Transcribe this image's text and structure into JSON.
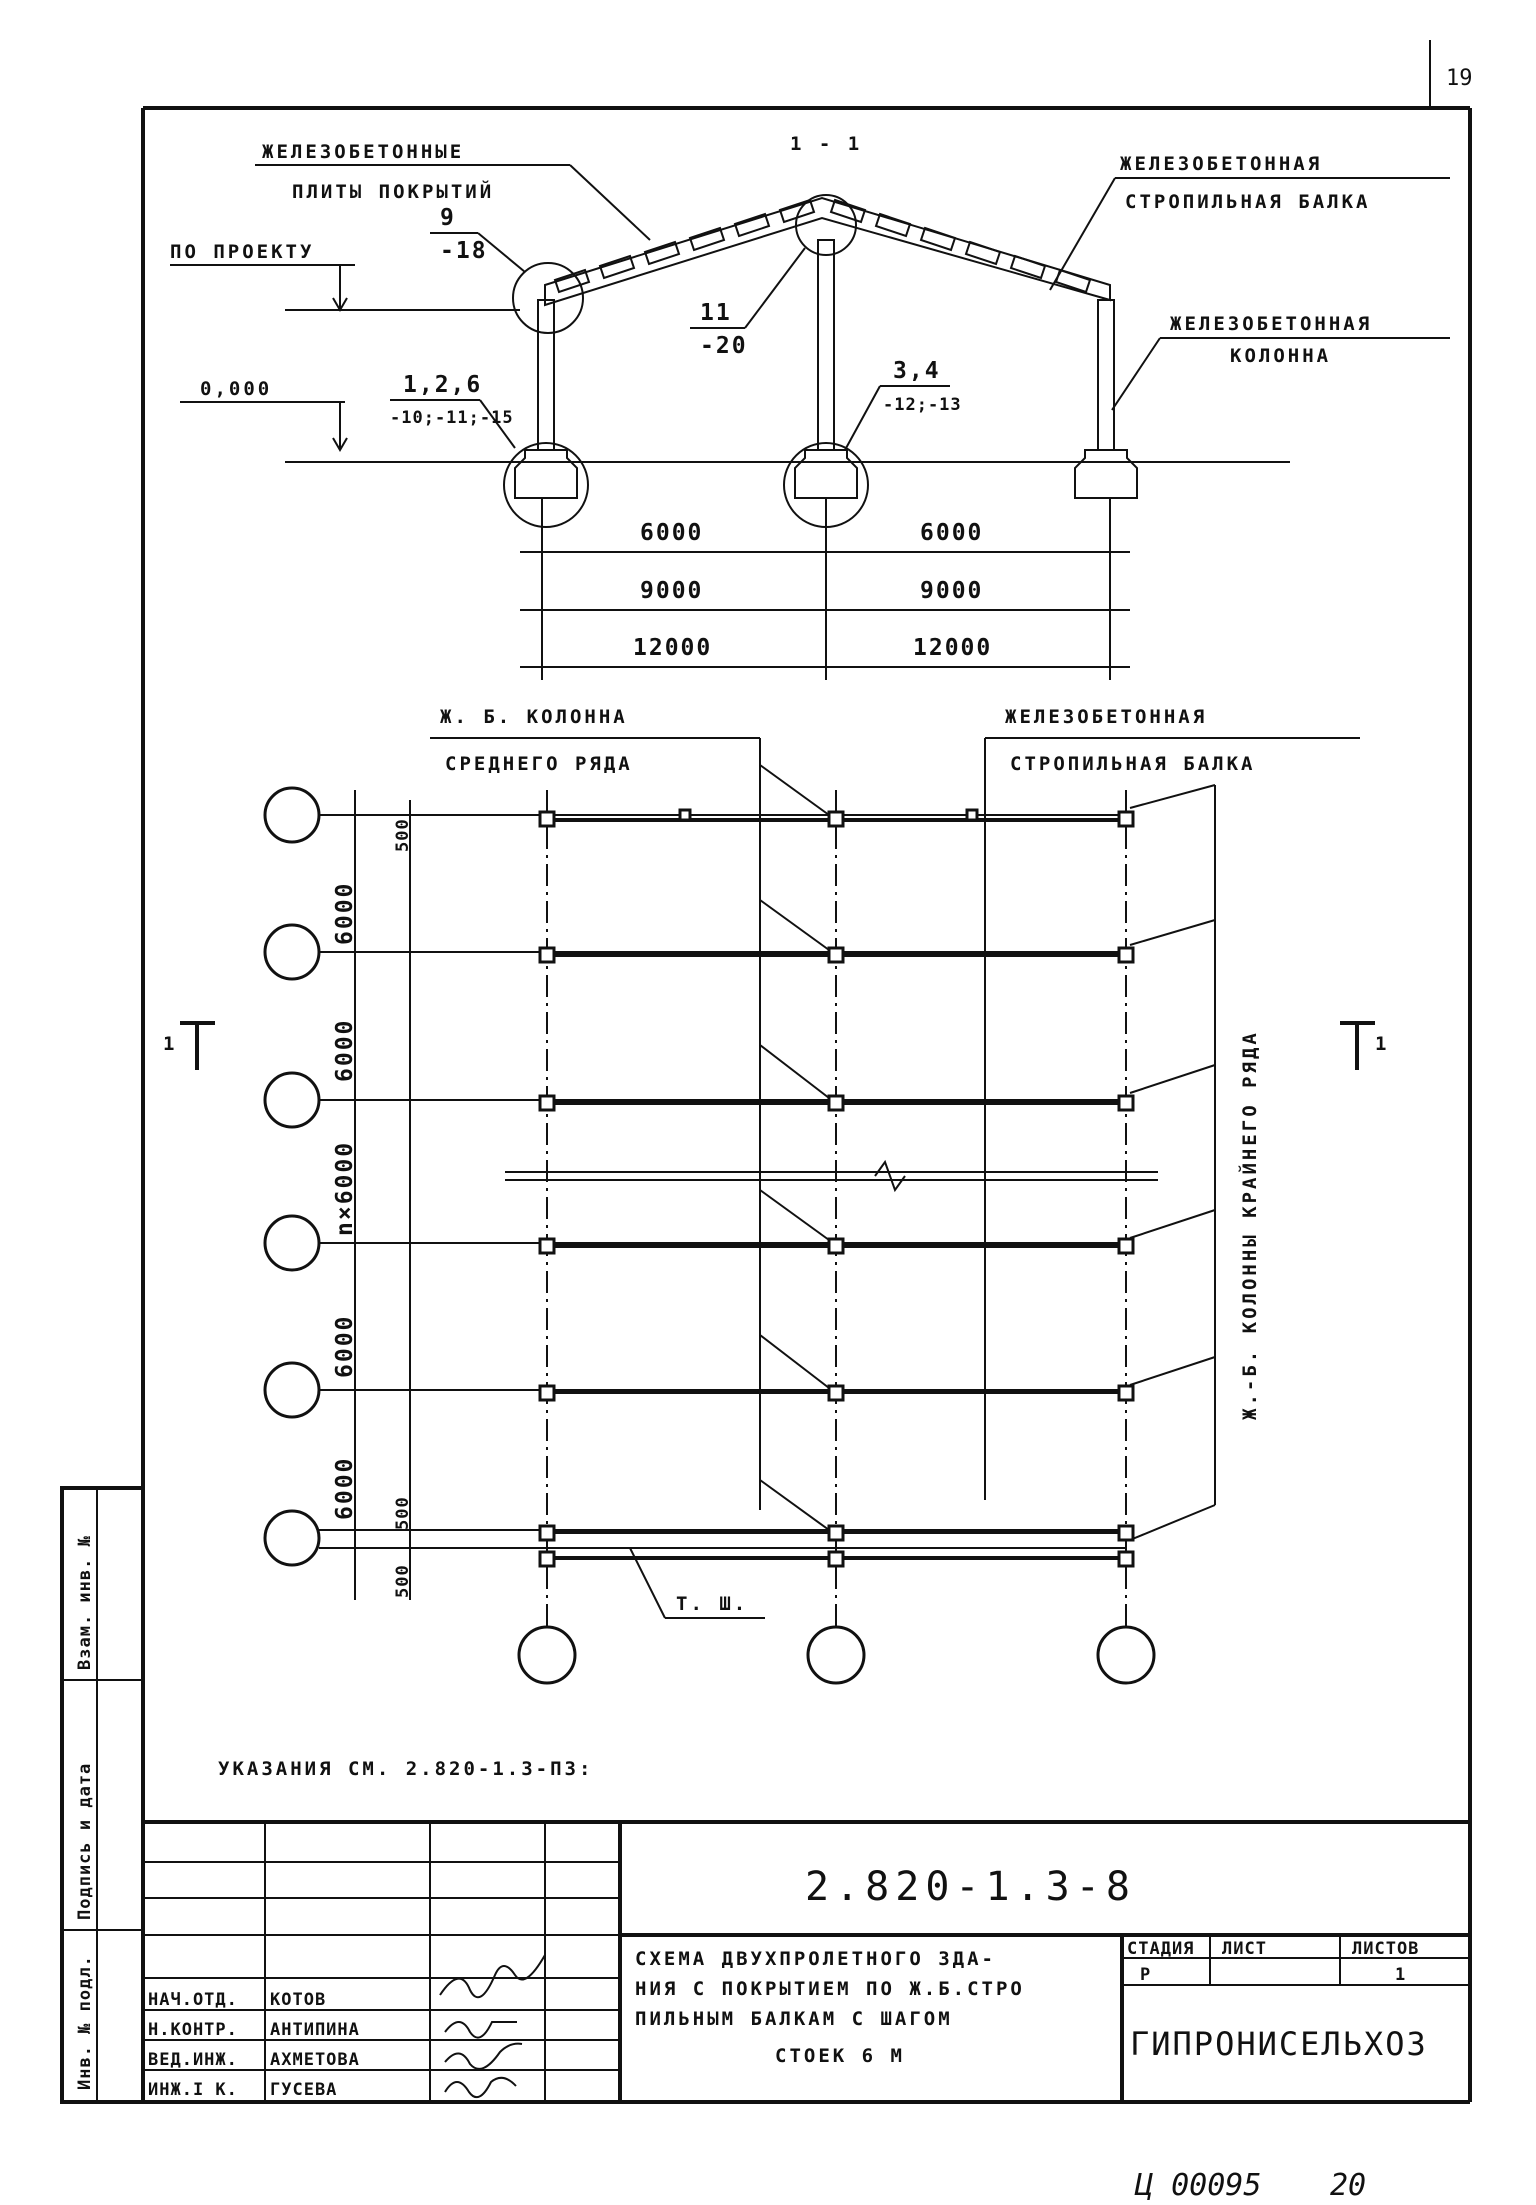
{
  "page_number_top": "19",
  "section": {
    "title": "1 - 1",
    "labels": {
      "slabs_line1": "ЖЕЛЕЗОБЕТОННЫЕ",
      "slabs_line2": "ПЛИТЫ ПОКРЫТИЙ",
      "rafter_line1": "ЖЕЛЕЗОБЕТОННАЯ",
      "rafter_line2": "СТРОПИЛЬНАЯ БАЛКА",
      "column_line1": "ЖЕЛЕЗОБЕТОННАЯ",
      "column_line2": "КОЛОННА",
      "by_project": "ПО ПРОЕКТУ",
      "zero_level": "0,000"
    },
    "callouts": [
      {
        "top": "9",
        "bottom": "-18"
      },
      {
        "top": "11",
        "bottom": "-20"
      },
      {
        "top": "1,2,6",
        "bottom": "-10;-11;-15"
      },
      {
        "top": "3,4",
        "bottom": "-12;-13"
      }
    ],
    "spans": [
      {
        "left": "6000",
        "right": "6000"
      },
      {
        "left": "9000",
        "right": "9000"
      },
      {
        "left": "12000",
        "right": "12000"
      }
    ]
  },
  "plan": {
    "labels": {
      "mid_col_line1": "Ж. Б. КОЛОННА",
      "mid_col_line2": "СРЕДНЕГО РЯДА",
      "rafter_line1": "ЖЕЛЕЗОБЕТОННАЯ",
      "rafter_line2": "СТРОПИЛЬНАЯ БАЛКА",
      "edge_col": "Ж.-Б. КОЛОННЫ КРАЙНЕГО РЯДА",
      "section_left": "1",
      "section_right": "1",
      "joint": "Т. Ш."
    },
    "pitch_dims": [
      "500",
      "6000",
      "6000",
      "n×6000",
      "6000",
      "6000",
      "500",
      "500"
    ]
  },
  "notes": "УКАЗАНИЯ СМ. 2.820-1.3-ПЗ:",
  "side_stamp": {
    "inv_podl": "Инв. № подл.",
    "podpis": "Подпись и дата",
    "vzam": "Взам. инв. №"
  },
  "title_block": {
    "doc_code": "2.820-1.3-8",
    "people": [
      {
        "role": "НАЧ.ОТД.",
        "name": "КОТОВ"
      },
      {
        "role": "Н.КОНТР.",
        "name": "АНТИПИНА"
      },
      {
        "role": "ВЕД.ИНЖ.",
        "name": "АХМЕТОВА"
      },
      {
        "role": "ИНЖ.I К.",
        "name": "ГУСЕВА"
      }
    ],
    "description_lines": [
      "СХЕМА ДВУХПРОЛЕТНОГО ЗДА-",
      "НИЯ С ПОКРЫТИЕМ ПО Ж.Б.СТРО",
      "ПИЛЬНЫМ БАЛКАМ С ШАГОМ",
      "СТОЕК 6 М"
    ],
    "stage_header": "СТАДИЯ",
    "sheet_header": "ЛИСТ",
    "sheets_header": "ЛИСТОВ",
    "stage_value": "Р",
    "sheets_value": "1",
    "organization": "ГИПРОНИСЕЛЬХОЗ"
  },
  "archive_number": "Ц 00095",
  "archive_page": "20"
}
